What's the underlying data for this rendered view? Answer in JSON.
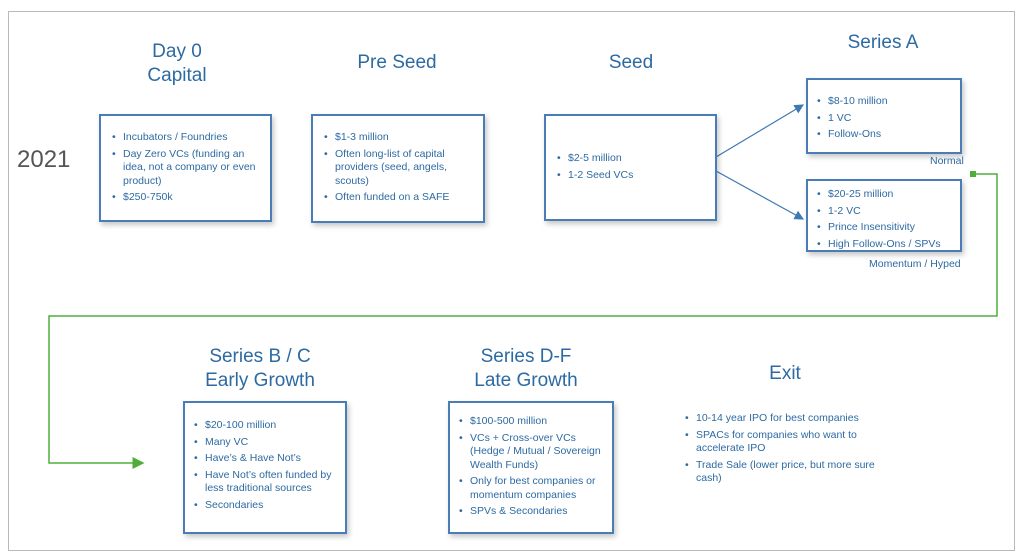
{
  "year": "2021",
  "stages": [
    {
      "title": [
        "Day 0",
        "Capital"
      ],
      "bullets": [
        "Incubators / Foundries",
        "Day Zero VCs (funding an idea, not a company or even product)",
        "$250-750k"
      ]
    },
    {
      "title": [
        "Pre Seed"
      ],
      "bullets": [
        "$1-3 million",
        "Often long-list of capital providers (seed, angels, scouts)",
        "Often funded on a SAFE"
      ]
    },
    {
      "title": [
        "Seed"
      ],
      "bullets": [
        "$2-5 million",
        "1-2 Seed VCs"
      ]
    },
    {
      "title": [
        "Series A"
      ],
      "boxes": [
        {
          "caption": "Normal",
          "bullets": [
            "$8-10 million",
            "1 VC",
            "Follow-Ons"
          ]
        },
        {
          "caption": "Momentum / Hyped",
          "bullets": [
            "$20-25 million",
            "1-2 VC",
            "Prince Insensitivity",
            "High Follow-Ons / SPVs"
          ]
        }
      ]
    },
    {
      "title": [
        "Series B / C",
        "Early Growth"
      ],
      "bullets": [
        "$20-100 million",
        "Many VC",
        "Have’s & Have Not’s",
        "Have Not’s often funded by less traditional sources",
        "Secondaries"
      ]
    },
    {
      "title": [
        "Series D-F",
        "Late Growth"
      ],
      "bullets": [
        "$100-500 million",
        "VCs + Cross-over VCs (Hedge / Mutual / Sovereign Wealth Funds)",
        "Only for best companies or momentum companies",
        "SPVs & Secondaries"
      ]
    },
    {
      "title": [
        "Exit"
      ],
      "bullets": [
        "10-14 year IPO for best companies",
        "SPACs for companies who want to accelerate IPO",
        "Trade Sale (lower price, but more sure cash)"
      ]
    }
  ],
  "colors": {
    "title": "#2d6aa2",
    "box_border": "#4a7cb5",
    "arrow_blue": "#3f78b3",
    "connector_green": "#4fae3a",
    "year": "#555555"
  }
}
